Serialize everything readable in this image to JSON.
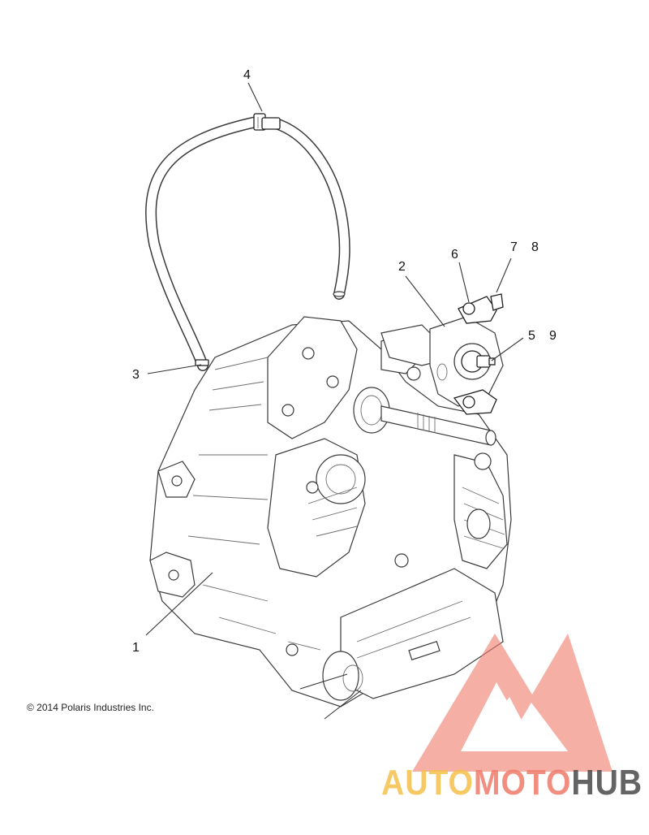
{
  "callouts": [
    {
      "id": "1",
      "label": "1"
    },
    {
      "id": "2",
      "label": "2"
    },
    {
      "id": "3",
      "label": "3"
    },
    {
      "id": "4",
      "label": "4"
    },
    {
      "id": "5",
      "label": "5"
    },
    {
      "id": "6",
      "label": "6"
    },
    {
      "id": "7",
      "label": "7"
    },
    {
      "id": "8",
      "label": "8"
    },
    {
      "id": "9",
      "label": "9"
    }
  ],
  "copyright": "© 2014 Polaris Industries Inc.",
  "watermark": {
    "word_1": "AUTO",
    "word_2": "MOTO",
    "word_3": "HUB",
    "color_1": "#f5c04a",
    "color_2": "#f07b6b",
    "color_3": "#4a4a4a",
    "logo_color": "#f07b6b"
  }
}
